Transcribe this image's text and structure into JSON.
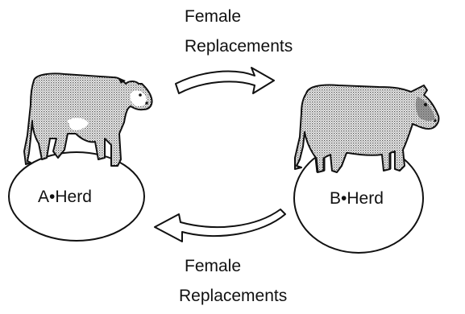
{
  "top_caption": {
    "line1": "Female",
    "line2": "Replacements"
  },
  "bottom_caption": {
    "line1": "Female",
    "line2": "Replacements"
  },
  "herd_a": {
    "label": "A•Herd"
  },
  "herd_b": {
    "label": "B•Herd"
  },
  "colors": {
    "ink": "#111111",
    "stipple": "#8a8a8a",
    "background": "#ffffff"
  },
  "icons": {
    "left_animal": "cow-icon",
    "right_animal": "bull-icon",
    "top_arrow": "curved-arrow-right-icon",
    "bottom_arrow": "curved-arrow-left-icon"
  }
}
